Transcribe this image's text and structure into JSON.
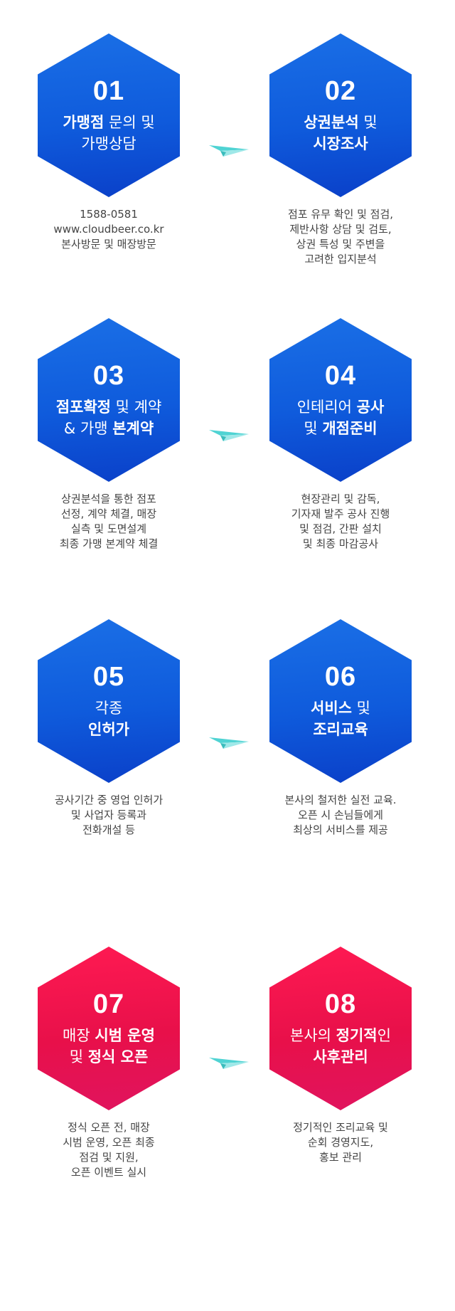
{
  "colors": {
    "blue": "#1466e0",
    "red": "#f0165a",
    "plane": "#4fd3d3"
  },
  "icons": {
    "connector": "paper-plane-icon"
  },
  "steps": [
    {
      "number": "01",
      "title_lines": [
        [
          {
            "text": "가맹점",
            "bold": true
          },
          {
            "text": " 문의 및",
            "bold": false
          }
        ],
        [
          {
            "text": "가맹상담",
            "bold": false
          }
        ]
      ],
      "description": [
        "1588-0581",
        "www.cloudbeer.co.kr",
        "본사방문 및 매장방문"
      ]
    },
    {
      "number": "02",
      "title_lines": [
        [
          {
            "text": "상권분석",
            "bold": true
          },
          {
            "text": " 및",
            "bold": false
          }
        ],
        [
          {
            "text": "시장조사",
            "bold": true
          }
        ]
      ],
      "description": [
        "점포 유무 확인 및 점검,",
        "제반사항 상담 및 검토,",
        "상권 특성 및 주변을",
        "고려한 입지분석"
      ]
    },
    {
      "number": "03",
      "title_lines": [
        [
          {
            "text": "점포확정",
            "bold": true
          },
          {
            "text": " 및 계약",
            "bold": false
          }
        ],
        [
          {
            "text": "& 가맹 ",
            "bold": false
          },
          {
            "text": "본계약",
            "bold": true
          }
        ]
      ],
      "description": [
        "상권분석을 통한 점포",
        "선정, 계약 체결, 매장",
        "실측 및 도면설계",
        "최종 가맹 본계약 체결"
      ]
    },
    {
      "number": "04",
      "title_lines": [
        [
          {
            "text": "인테리어 ",
            "bold": false
          },
          {
            "text": "공사",
            "bold": true
          }
        ],
        [
          {
            "text": "및 ",
            "bold": false
          },
          {
            "text": "개점준비",
            "bold": true
          }
        ]
      ],
      "description": [
        "현장관리 및 감독,",
        "기자재 발주 공사 진행",
        "및 점검, 간판 설치",
        "및 최종 마감공사"
      ]
    },
    {
      "number": "05",
      "title_lines": [
        [
          {
            "text": "각종",
            "bold": false
          }
        ],
        [
          {
            "text": "인허가",
            "bold": true
          }
        ]
      ],
      "description": [
        "공사기간 중 영업 인허가",
        "및 사업자 등록과",
        "전화개설 등"
      ]
    },
    {
      "number": "06",
      "title_lines": [
        [
          {
            "text": "서비스",
            "bold": true
          },
          {
            "text": " 및",
            "bold": false
          }
        ],
        [
          {
            "text": "조리교육",
            "bold": true
          }
        ]
      ],
      "description": [
        "본사의 철저한 실전 교육.",
        "오픈 시 손님들에게",
        "최상의 서비스를 제공"
      ]
    },
    {
      "number": "07",
      "title_lines": [
        [
          {
            "text": "매장 ",
            "bold": false
          },
          {
            "text": "시범 운영",
            "bold": true
          }
        ],
        [
          {
            "text": "및 ",
            "bold": false
          },
          {
            "text": "정식 오픈",
            "bold": true
          }
        ]
      ],
      "description": [
        "정식 오픈 전, 매장",
        "시범 운영, 오픈 최종",
        "점검 및 지원,",
        "오픈 이벤트 실시"
      ]
    },
    {
      "number": "08",
      "title_lines": [
        [
          {
            "text": "본사의 ",
            "bold": false
          },
          {
            "text": "정기적",
            "bold": true
          },
          {
            "text": "인",
            "bold": false
          }
        ],
        [
          {
            "text": "사후관리",
            "bold": true
          }
        ]
      ],
      "description": [
        "정기적인 조리교육 및",
        "순회 경영지도,",
        "홍보 관리"
      ]
    }
  ]
}
